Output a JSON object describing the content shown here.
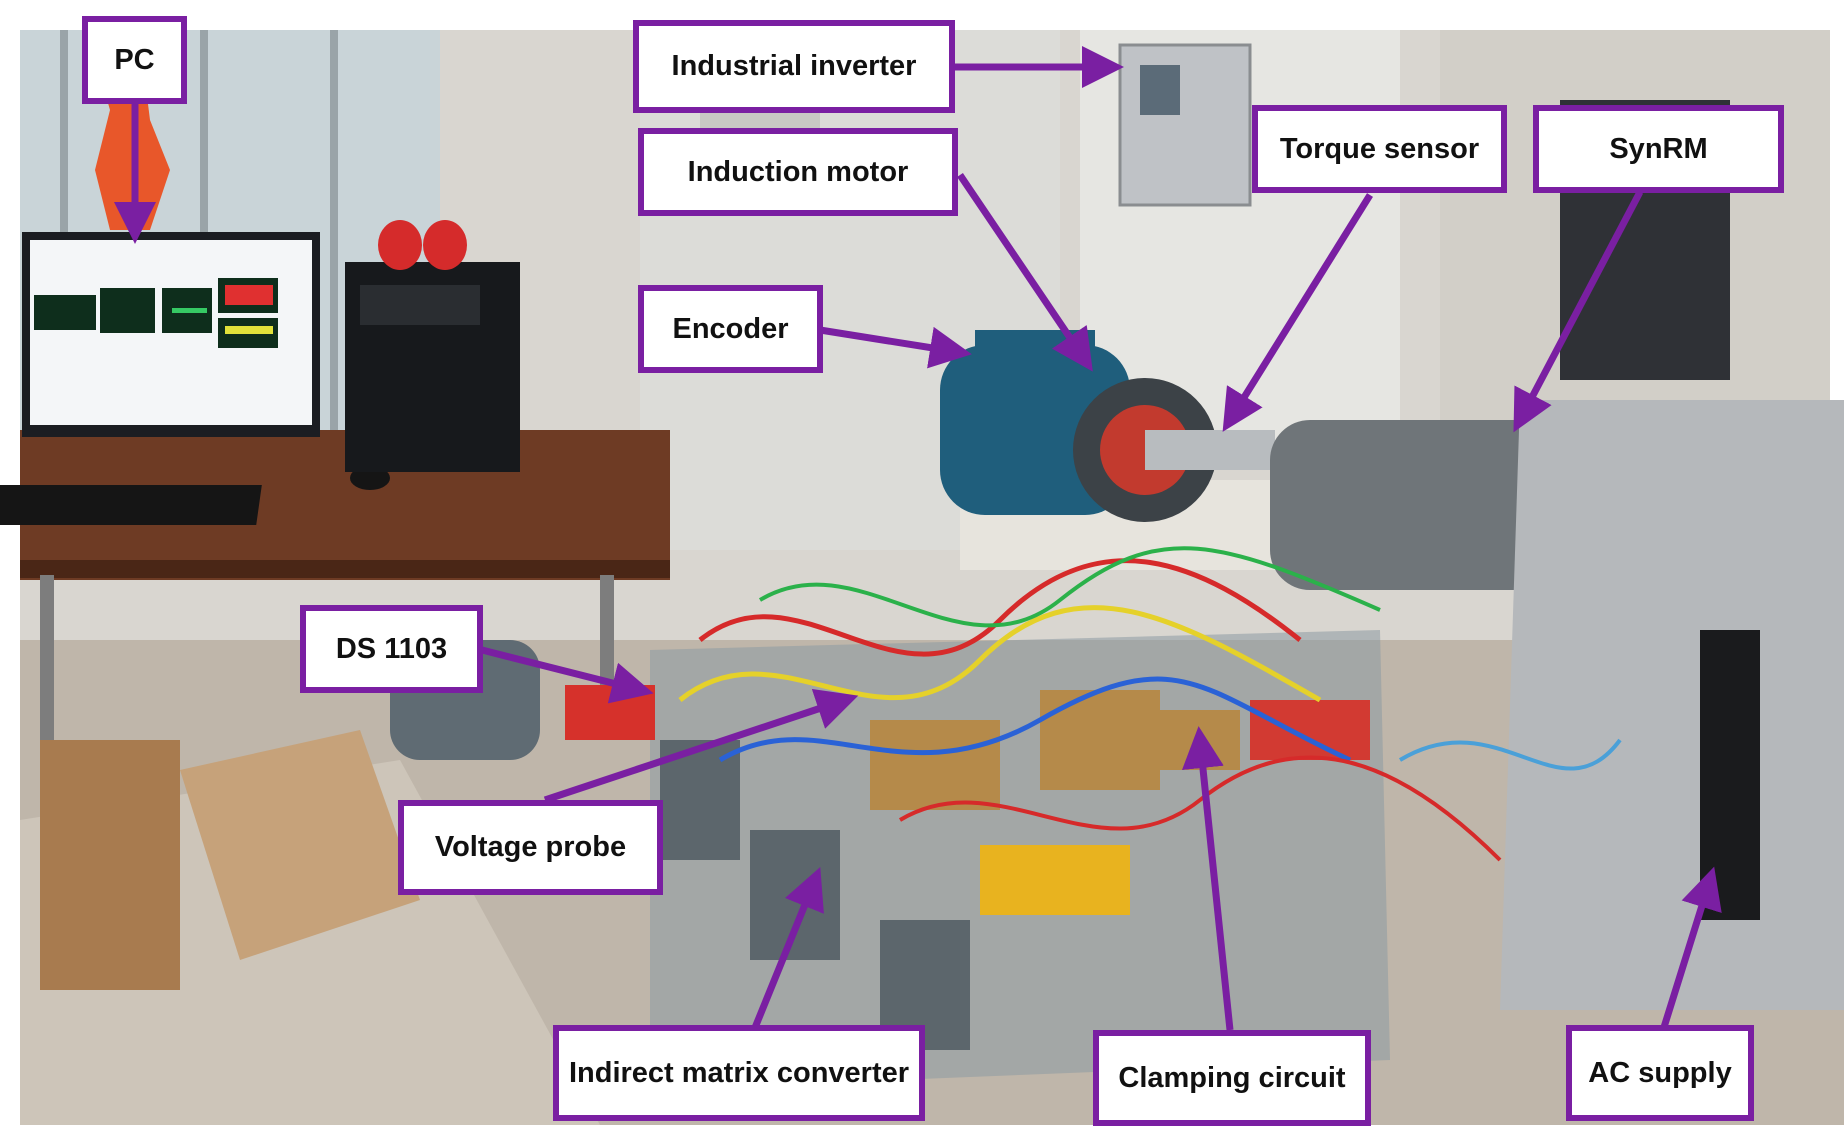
{
  "colors": {
    "label_border": "#7a1fa2",
    "arrow": "#7a1fa2",
    "label_text": "#111111"
  },
  "labels": {
    "pc": "PC",
    "industrial_inverter": "Industrial inverter",
    "induction_motor": "Induction motor",
    "torque_sensor": "Torque sensor",
    "synrm": "SynRM",
    "encoder": "Encoder",
    "ds1103": "DS 1103",
    "voltage_probe": "Voltage probe",
    "indirect_matrix_converter": "Indirect matrix converter",
    "clamping_circuit": "Clamping circuit",
    "ac_supply": "AC supply"
  }
}
